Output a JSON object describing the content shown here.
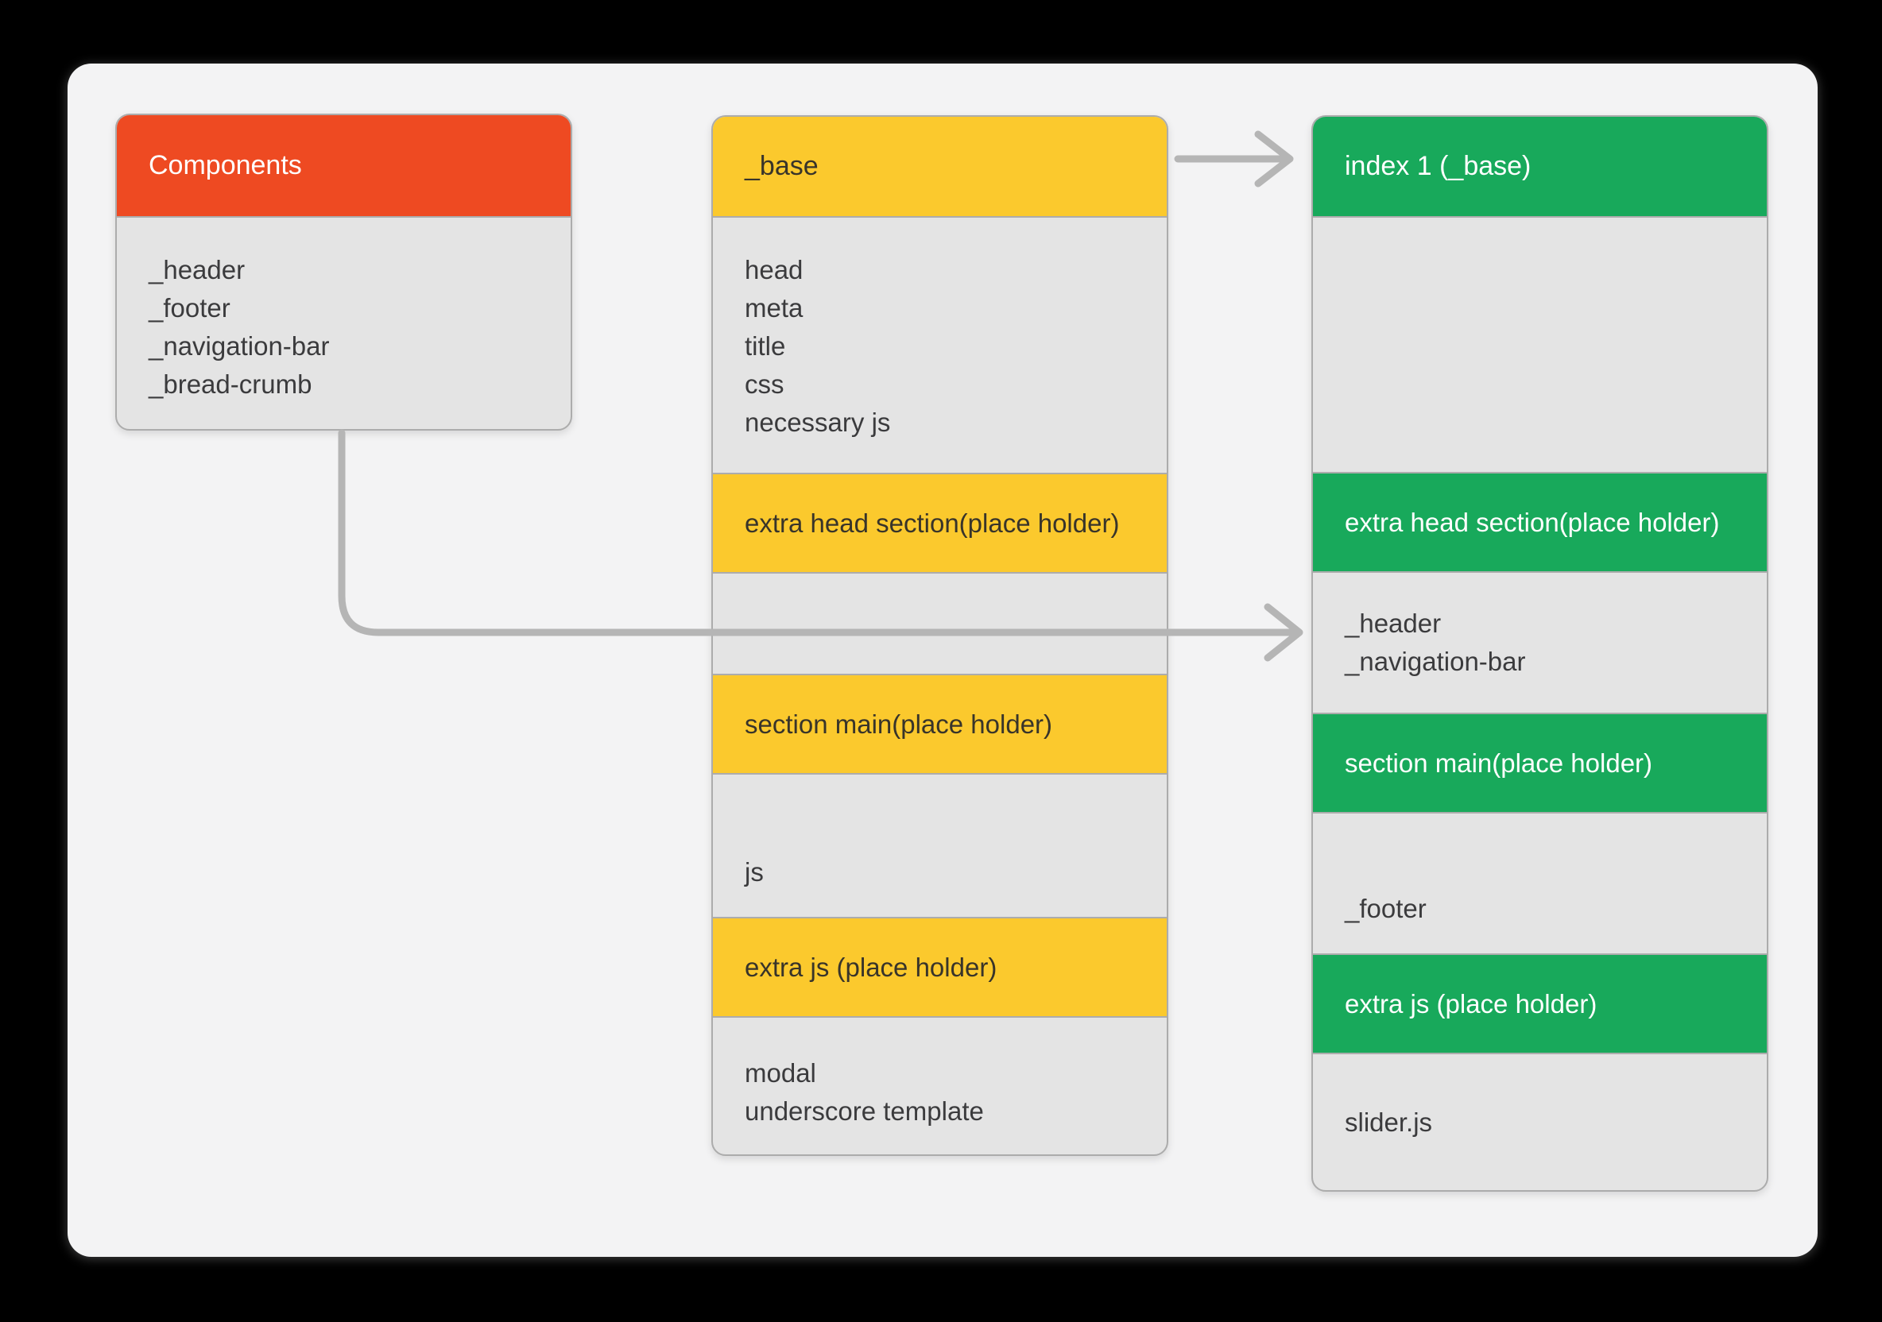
{
  "colors": {
    "page_background": "#000000",
    "canvas_background": "#F3F3F4",
    "box_body_gray": "#E4E4E4",
    "box_border": "#ACACAC",
    "components_header_red": "#EE4A22",
    "base_yellow": "#FBC92D",
    "index_green": "#18A95B",
    "arrow_gray": "#B5B5B5",
    "text_dark": "#3B3B3D",
    "text_light": "#FFFFFF"
  },
  "components_box": {
    "title": "Components",
    "items": [
      "_header",
      "_footer",
      "_navigation-bar",
      "_bread-crumb"
    ]
  },
  "base_box": {
    "title": "_base",
    "sections": [
      {
        "kind": "list",
        "lines": [
          "head",
          "meta",
          "title",
          "css",
          "necessary js"
        ]
      },
      {
        "kind": "placeholder",
        "label": "extra head section(place holder)"
      },
      {
        "kind": "empty"
      },
      {
        "kind": "placeholder",
        "label": "section main(place holder)"
      },
      {
        "kind": "list",
        "lines": [
          "js"
        ]
      },
      {
        "kind": "placeholder",
        "label": "extra js (place holder)"
      },
      {
        "kind": "list",
        "lines": [
          "modal",
          "underscore template"
        ]
      }
    ]
  },
  "index_box": {
    "title": "index 1 (_base)",
    "sections": [
      {
        "kind": "empty"
      },
      {
        "kind": "placeholder",
        "label": "extra head section(place holder)"
      },
      {
        "kind": "list",
        "lines": [
          "_header",
          "_navigation-bar"
        ]
      },
      {
        "kind": "placeholder",
        "label": "section main(place holder)"
      },
      {
        "kind": "list",
        "lines": [
          "_footer"
        ]
      },
      {
        "kind": "placeholder",
        "label": "extra js (place holder)"
      },
      {
        "kind": "list",
        "lines": [
          "slider.js"
        ]
      }
    ]
  },
  "arrows": [
    {
      "from": "_base",
      "to": "index 1 (_base)"
    },
    {
      "from": "Components",
      "to": "index 1 (_base)"
    }
  ]
}
